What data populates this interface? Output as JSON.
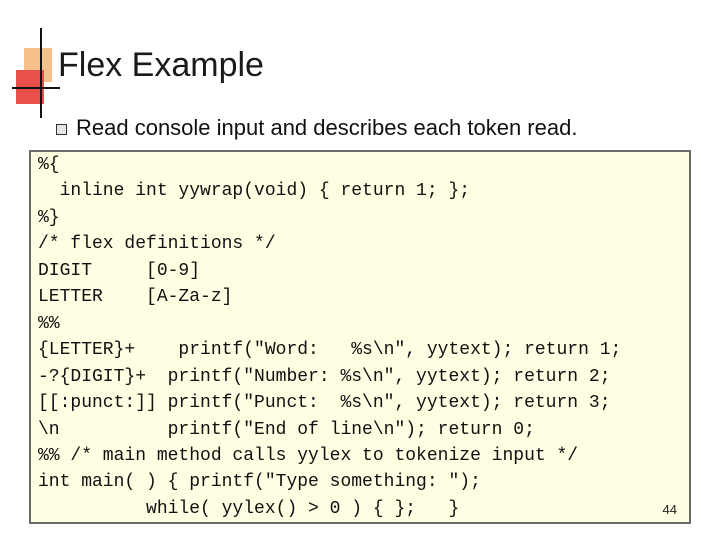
{
  "slide": {
    "title": "Flex Example",
    "bullet": "Read console input and describes each token read.",
    "code_lines": [
      "%{",
      "  inline int yywrap(void) { return 1; };",
      "%}",
      "/* flex definitions */",
      "DIGIT     [0-9]",
      "LETTER    [A-Za-z]",
      "%%",
      "{LETTER}+    printf(\"Word:   %s\\n\", yytext); return 1;",
      "-?{DIGIT}+  printf(\"Number: %s\\n\", yytext); return 2;",
      "[[:punct:]] printf(\"Punct:  %s\\n\", yytext); return 3;",
      "\\n          printf(\"End of line\\n\"); return 0;",
      "%% /* main method calls yylex to tokenize input */",
      "int main( ) { printf(\"Type something: \");",
      "          while( yylex() > 0 ) { };   }"
    ],
    "page_number": "44"
  },
  "colors": {
    "code_background": "#fffde2",
    "code_border": "#6a6a6a",
    "accent_orange": "#f5c08a",
    "accent_red": "#e8504a"
  }
}
